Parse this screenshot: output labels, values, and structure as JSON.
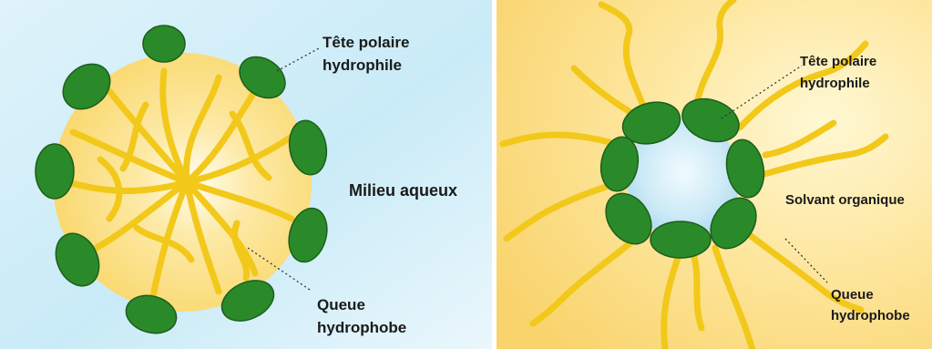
{
  "micelle": {
    "head_label_line1": "Tête polaire",
    "head_label_line2": "hydrophile",
    "medium_label": "Milieu aqueux",
    "tail_label_line1": "Queue",
    "tail_label_line2": "hydrophobe"
  },
  "reverse_micelle": {
    "head_label_line1": "Tête polaire",
    "head_label_line2": "hydrophile",
    "medium_label": "Solvant organique",
    "tail_label_line1": "Queue",
    "tail_label_line2": "hydrophobe"
  },
  "colors": {
    "head_green": "#2a8a2a",
    "tail_yellow": "#f2c81a",
    "aqueous_blue": "#bfe6f5",
    "solvent_yellow": "#fbd56a"
  }
}
